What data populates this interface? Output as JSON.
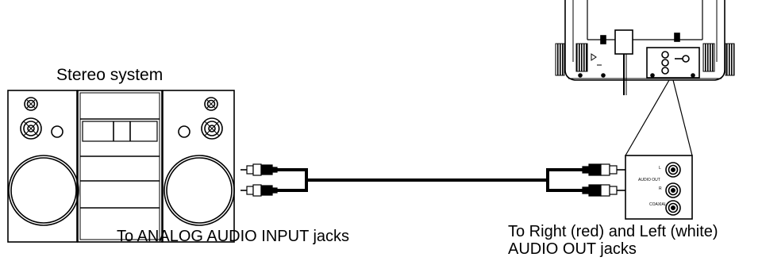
{
  "labels": {
    "title": "Stereo system",
    "left_caption": "To ANALOG AUDIO INPUT jacks",
    "right_caption_line1": "To Right (red) and Left (white)",
    "right_caption_line2": "AUDIO OUT jacks"
  },
  "jack_panel": {
    "l_label": "L",
    "audio_out_label": "AUDIO OUT",
    "r_label": "R",
    "coaxial_label": "COAXIAL"
  }
}
